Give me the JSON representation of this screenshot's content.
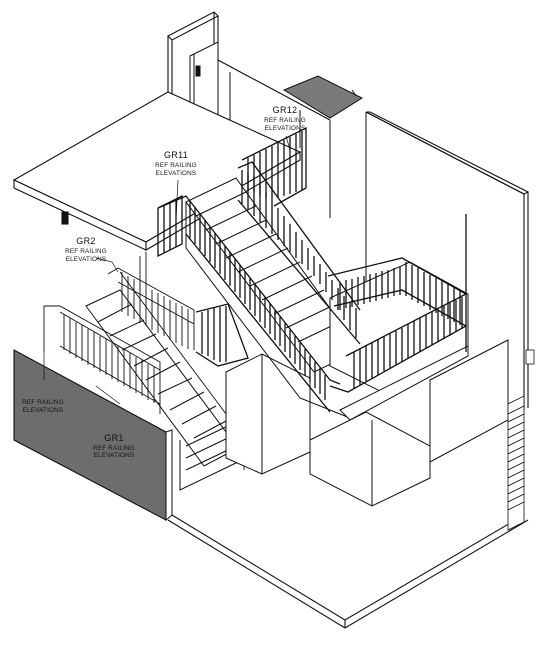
{
  "callouts": {
    "gr12": {
      "code": "GR12",
      "line1": "REF RAILING",
      "line2": "ELEVATIONS"
    },
    "gr11": {
      "code": "GR11",
      "line1": "REF RAILING",
      "line2": "ELEVATIONS"
    },
    "gr2": {
      "code": "GR2",
      "line1": "REF RAILING",
      "line2": "ELEVATIONS"
    },
    "ref_left": {
      "line1": "REF RAILING",
      "line2": "ELEVATIONS"
    },
    "gr1": {
      "code": "GR1",
      "line1": "REF RAILING",
      "line2": "ELEVATIONS"
    }
  },
  "colors": {
    "ink": "#111111",
    "wall_shade": "#6d6d6d",
    "roof_shade": "#7a7a7a",
    "paper": "#ffffff"
  }
}
